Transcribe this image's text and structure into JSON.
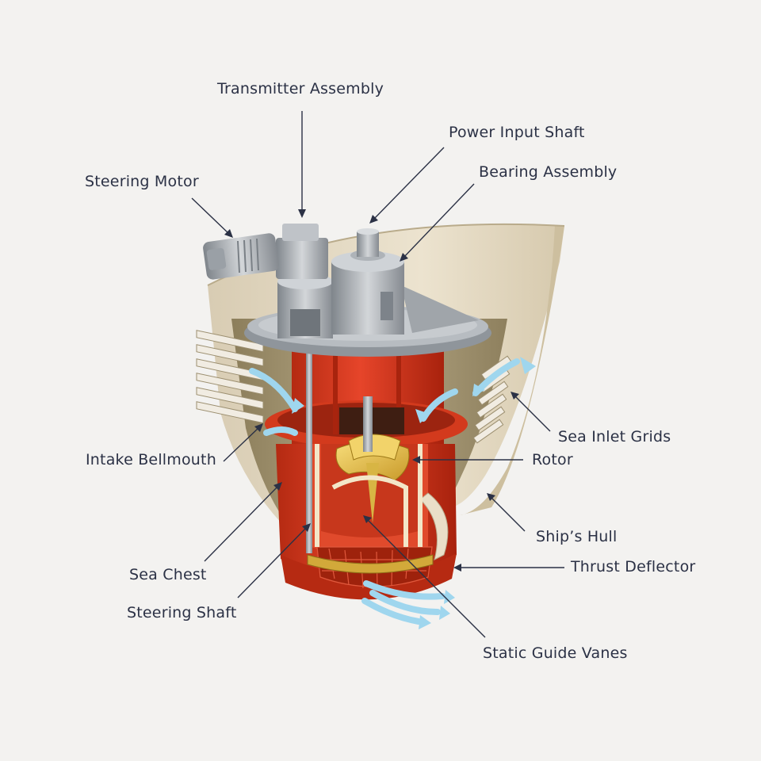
{
  "labels": {
    "transmitter_assembly": "Transmitter Assembly",
    "power_input_shaft": "Power Input Shaft",
    "bearing_assembly": "Bearing Assembly",
    "steering_motor": "Steering Motor",
    "sea_inlet_grids": "Sea Inlet Grids",
    "intake_bellmouth": "Intake Bellmouth",
    "rotor": "Rotor",
    "ships_hull": "Ship’s Hull",
    "sea_chest": "Sea Chest",
    "thrust_deflector": "Thrust Deflector",
    "steering_shaft": "Steering Shaft",
    "static_guide_vanes": "Static Guide Vanes"
  },
  "colors": {
    "background": "#f3f2f0",
    "hull": "#e7dcc6",
    "hull_interior": "#cfc1a2",
    "chest_dark": "#958763",
    "thruster_red": "#dc3a1b",
    "thruster_dark_red": "#a9240f",
    "rotor_yellow": "#ecc548",
    "machinery_grey": "#a9aeb3",
    "flow_arrow_blue": "#9fd6ee",
    "label_text": "#2b3145"
  }
}
